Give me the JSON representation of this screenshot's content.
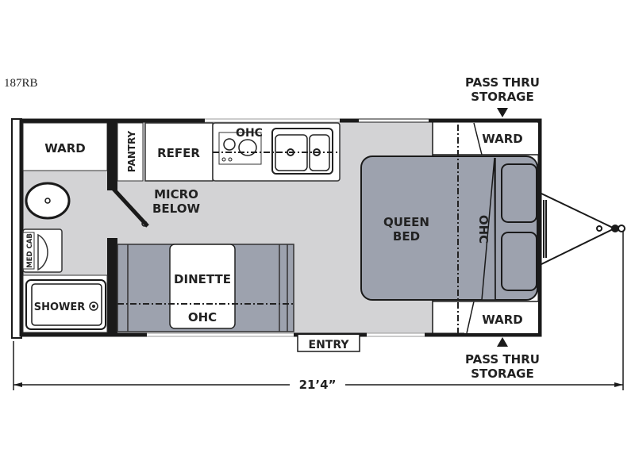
{
  "model_name": "187RB",
  "rooms": {
    "ward_left": "WARD",
    "pantry": "PANTRY",
    "refer": "REFER",
    "kitchen_ohc": "OHC",
    "micro_line1": "MICRO",
    "micro_line2": "BELOW",
    "med_cab": "MED CAB",
    "shower": "SHOWER",
    "dinette": "DINETTE",
    "dinette_ohc": "OHC",
    "bed_line1": "QUEEN",
    "bed_line2": "BED",
    "bed_ohc": "OHC",
    "ward_top": "WARD",
    "ward_bottom": "WARD",
    "entry": "ENTRY"
  },
  "storage_top": {
    "line1": "PASS THRU",
    "line2": "STORAGE"
  },
  "storage_bottom": {
    "line1": "PASS THRU",
    "line2": "STORAGE"
  },
  "dimension": {
    "length": "21’4”"
  },
  "colors": {
    "floor": "#d3d3d5",
    "furniture": "#9da2ae",
    "wall": "#1a1a1a"
  }
}
